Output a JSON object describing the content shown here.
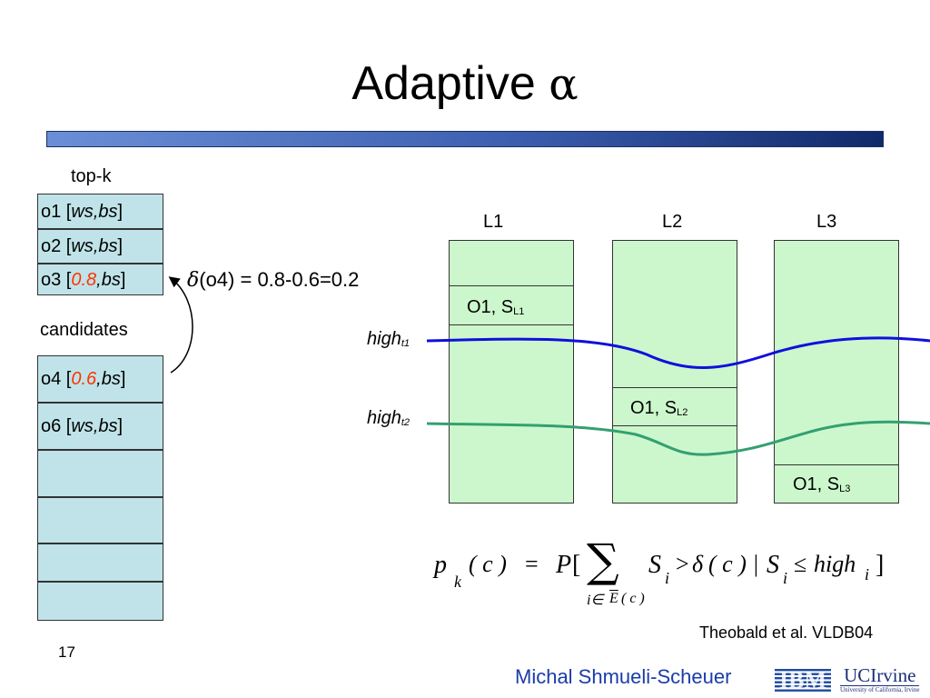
{
  "slide": {
    "title": "Adaptive",
    "title_symbol": "α",
    "page_number": "17",
    "citation": "Theobald et al. VLDB04",
    "author": "Michal Shmueli-Scheuer",
    "logos": {
      "ibm": "IBM",
      "uci": "UCIrvine",
      "uci_sub": "University of California, Irvine"
    }
  },
  "topk": {
    "label": "top-k",
    "items": [
      {
        "id": "o1 [",
        "first": "ws",
        "sep": ",",
        "second": "bs",
        "close": "]"
      },
      {
        "id": "o2 [",
        "first": "ws",
        "sep": ",",
        "second": "bs",
        "close": "]"
      },
      {
        "id": "o3 [",
        "first": "0.8",
        "sep": ",",
        "second": "bs",
        "close": "]"
      }
    ]
  },
  "candidates": {
    "label": "candidates",
    "items": [
      {
        "id": "o4 [",
        "first": "0.6",
        "sep": ",",
        "second": "bs",
        "close": "]"
      },
      {
        "id": "o6 [",
        "first": "ws",
        "sep": ",",
        "second": "bs",
        "close": "]"
      }
    ]
  },
  "delta": {
    "symbol": "δ",
    "text": "(o4) = 0.8-0.6=0.2"
  },
  "lists": [
    {
      "label": "L1",
      "entry": "O1, S",
      "sub": "L1"
    },
    {
      "label": "L2",
      "entry": "O1, S",
      "sub": "L2"
    },
    {
      "label": "L3",
      "entry": "O1, S",
      "sub": "L3"
    }
  ],
  "thresholds": [
    {
      "label": "high",
      "sub": "t1",
      "color": "#1010dd"
    },
    {
      "label": "high",
      "sub": "t2",
      "color": "#33a070"
    }
  ],
  "formula": {
    "p": "p",
    "k": "k",
    "c1": "( c )",
    "eq": "=",
    "P": "P",
    "lb": "[",
    "S1": "S",
    "i1": "i",
    "gt": ">",
    "delta": "δ",
    "c2": "( c ) |",
    "S2": "S",
    "i2": "i",
    "le": "≤",
    "high": "high",
    "i3": "i",
    "rb": "]",
    "sum": "∑",
    "sum_index": "i∈",
    "sum_set": "E",
    "sum_arg": "( c )"
  }
}
